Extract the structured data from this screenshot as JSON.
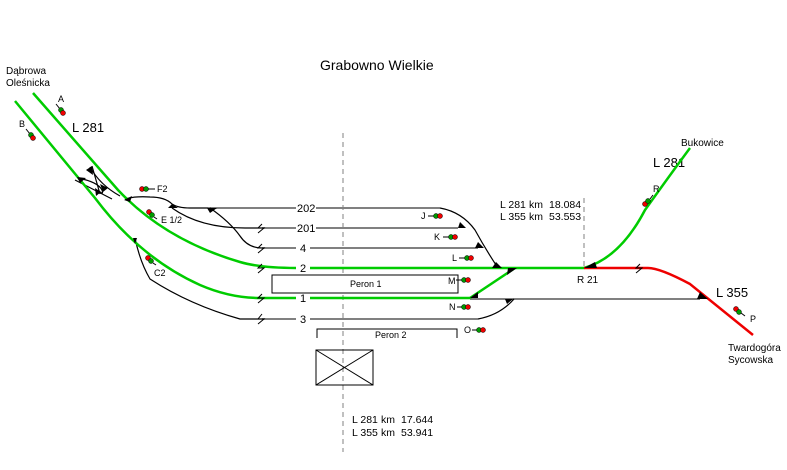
{
  "title": "Grabowno Wielkie",
  "colors": {
    "line_281": "#00cc00",
    "line_355": "#ee0000",
    "siding": "#808080",
    "connector": "#000000",
    "signal_red": "#ee0000",
    "signal_green": "#009900"
  },
  "destinations": {
    "top_left": [
      "Dąbrowa",
      "Oleśnicka"
    ],
    "top_right": "Bukowice",
    "bottom_right": [
      "Twardogóra",
      "Sycowska"
    ]
  },
  "line_labels": {
    "left_281": "L 281",
    "right_281": "L 281",
    "right_355": "L 355"
  },
  "tracks": [
    {
      "id": "202",
      "label": "202"
    },
    {
      "id": "201",
      "label": "201"
    },
    {
      "id": "4",
      "label": "4"
    },
    {
      "id": "2",
      "label": "2"
    },
    {
      "id": "1",
      "label": "1"
    },
    {
      "id": "3",
      "label": "3"
    }
  ],
  "platforms": [
    {
      "label": "Peron 1"
    },
    {
      "label": "Peron 2"
    }
  ],
  "signals": [
    {
      "id": "A",
      "label": "A"
    },
    {
      "id": "B",
      "label": "B"
    },
    {
      "id": "F2",
      "label": "F2"
    },
    {
      "id": "E12",
      "label": "E 1/2"
    },
    {
      "id": "C2",
      "label": "C2"
    },
    {
      "id": "J",
      "label": "J"
    },
    {
      "id": "K",
      "label": "K"
    },
    {
      "id": "L",
      "label": "L"
    },
    {
      "id": "M",
      "label": "M"
    },
    {
      "id": "N",
      "label": "N"
    },
    {
      "id": "O",
      "label": "O"
    },
    {
      "id": "R",
      "label": "R"
    },
    {
      "id": "P",
      "label": "P"
    }
  ],
  "junction_label": "R 21",
  "km_markers": {
    "station_axis": [
      {
        "line": "L 281",
        "unit": "km",
        "value": "17.644"
      },
      {
        "line": "L 355",
        "unit": "km",
        "value": "53.941"
      }
    ],
    "junction_axis": [
      {
        "line": "L 281",
        "unit": "km",
        "value": "18.084"
      },
      {
        "line": "L 355",
        "unit": "km",
        "value": "53.553"
      }
    ]
  }
}
